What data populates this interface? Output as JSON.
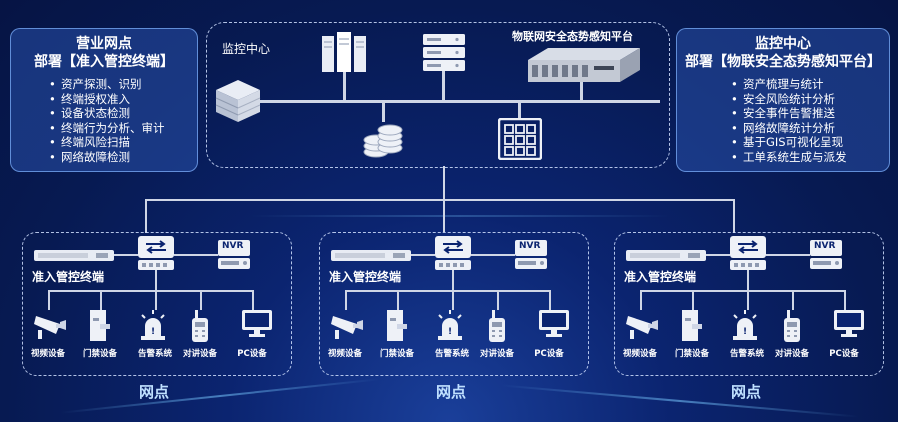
{
  "left_panel": {
    "title_line1": "营业网点",
    "title_line2": "部署【准入管控终端】",
    "items": [
      "资产探测、识别",
      "终端授权准入",
      "设备状态检测",
      "终端行为分析、审计",
      "终端风险扫描",
      "网络故障检测"
    ]
  },
  "right_panel": {
    "title_line1": "监控中心",
    "title_line2": "部署【物联安全态势感知平台】",
    "items": [
      "资产梳理与统计",
      "安全风险统计分析",
      "安全事件告警推送",
      "网络故障统计分析",
      "基于GIS可视化呈现",
      "工单系统生成与派发"
    ]
  },
  "center": {
    "label": "监控中心",
    "platform_label": "物联网安全态势感知平台"
  },
  "sites": [
    {
      "terminal_label": "准入管控终端",
      "nvr": "NVR",
      "devices": [
        "视频设备",
        "门禁设备",
        "告警系统",
        "对讲设备",
        "PC设备"
      ],
      "name": "网点"
    },
    {
      "terminal_label": "准入管控终端",
      "nvr": "NVR",
      "devices": [
        "视频设备",
        "门禁设备",
        "告警系统",
        "对讲设备",
        "PC设备"
      ],
      "name": "网点"
    },
    {
      "terminal_label": "准入管控终端",
      "nvr": "NVR",
      "devices": [
        "视频设备",
        "门禁设备",
        "告警系统",
        "对讲设备",
        "PC设备"
      ],
      "name": "网点"
    }
  ],
  "icons": [
    "cube-stack-icon",
    "server-tower-icon",
    "rack-server-icon",
    "rack-appliance-icon",
    "database-icon",
    "grid-panel-icon",
    "network-switch-icon",
    "nvr-icon",
    "camera-icon",
    "door-access-icon",
    "alarm-light-icon",
    "walkie-talkie-icon",
    "monitor-icon"
  ],
  "colors": {
    "background": "#071a52",
    "panel_fill": "#2850aa",
    "panel_border": "#82b4ff",
    "line": "#cfd6e6",
    "site_label": "#bfe0ff"
  }
}
